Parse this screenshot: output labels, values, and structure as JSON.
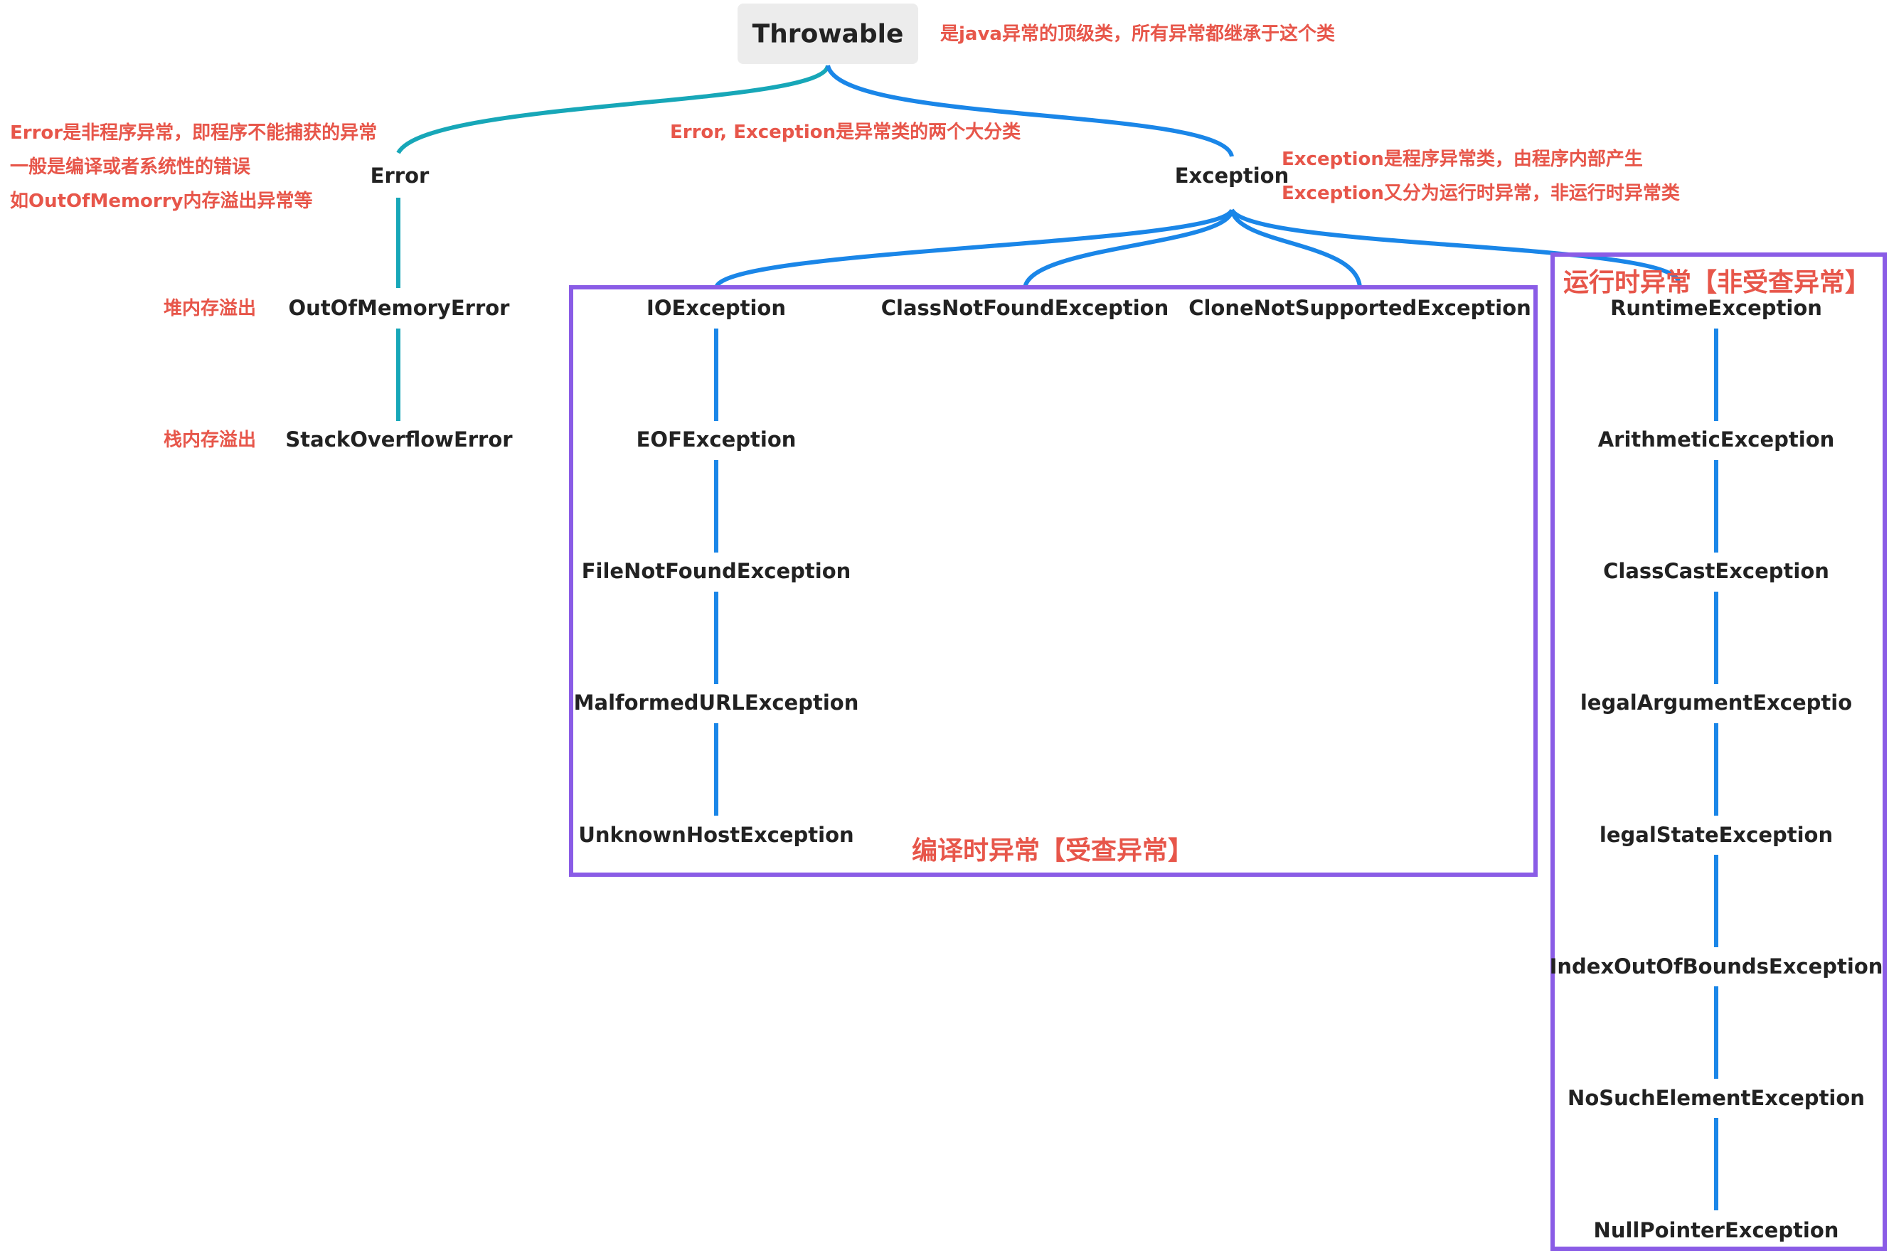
{
  "root": {
    "label": "Throwable",
    "note": "是java异常的顶级类，所有异常都继承于这个类"
  },
  "center_note": "Error, Exception是异常类的两个大分类",
  "error": {
    "label": "Error",
    "notes": [
      "Error是非程序异常，即程序不能捕获的异常",
      "一般是编译或者系统性的错误",
      "如OutOfMemorry内存溢出异常等"
    ],
    "children": [
      {
        "label": "OutOfMemoryError",
        "note": "堆内存溢出"
      },
      {
        "label": "StackOverflowError",
        "note": "栈内存溢出"
      }
    ]
  },
  "exception": {
    "label": "Exception",
    "notes": [
      "Exception是程序异常类，由程序内部产生",
      "Exception又分为运行时异常，非运行时异常类"
    ]
  },
  "checked": {
    "title": "编译时异常【受查异常】",
    "io_chain": [
      "IOException",
      "EOFException",
      "FileNotFoundException",
      "MalformedURLException",
      "UnknownHostException"
    ],
    "others": [
      "ClassNotFoundException",
      "CloneNotSupportedException"
    ]
  },
  "runtime": {
    "title": "运行时异常【非受查异常】",
    "chain": [
      "RuntimeException",
      "ArithmeticException",
      "ClassCastException",
      "legalArgumentExceptio",
      "legalStateException",
      "IndexOutOfBoundsException",
      "NoSuchElementException",
      "NullPointerException"
    ]
  },
  "colors": {
    "error_line": "#17a7b8",
    "exception_line": "#1a86e8",
    "box": "#8a5ce6",
    "note": "#e7564a"
  }
}
